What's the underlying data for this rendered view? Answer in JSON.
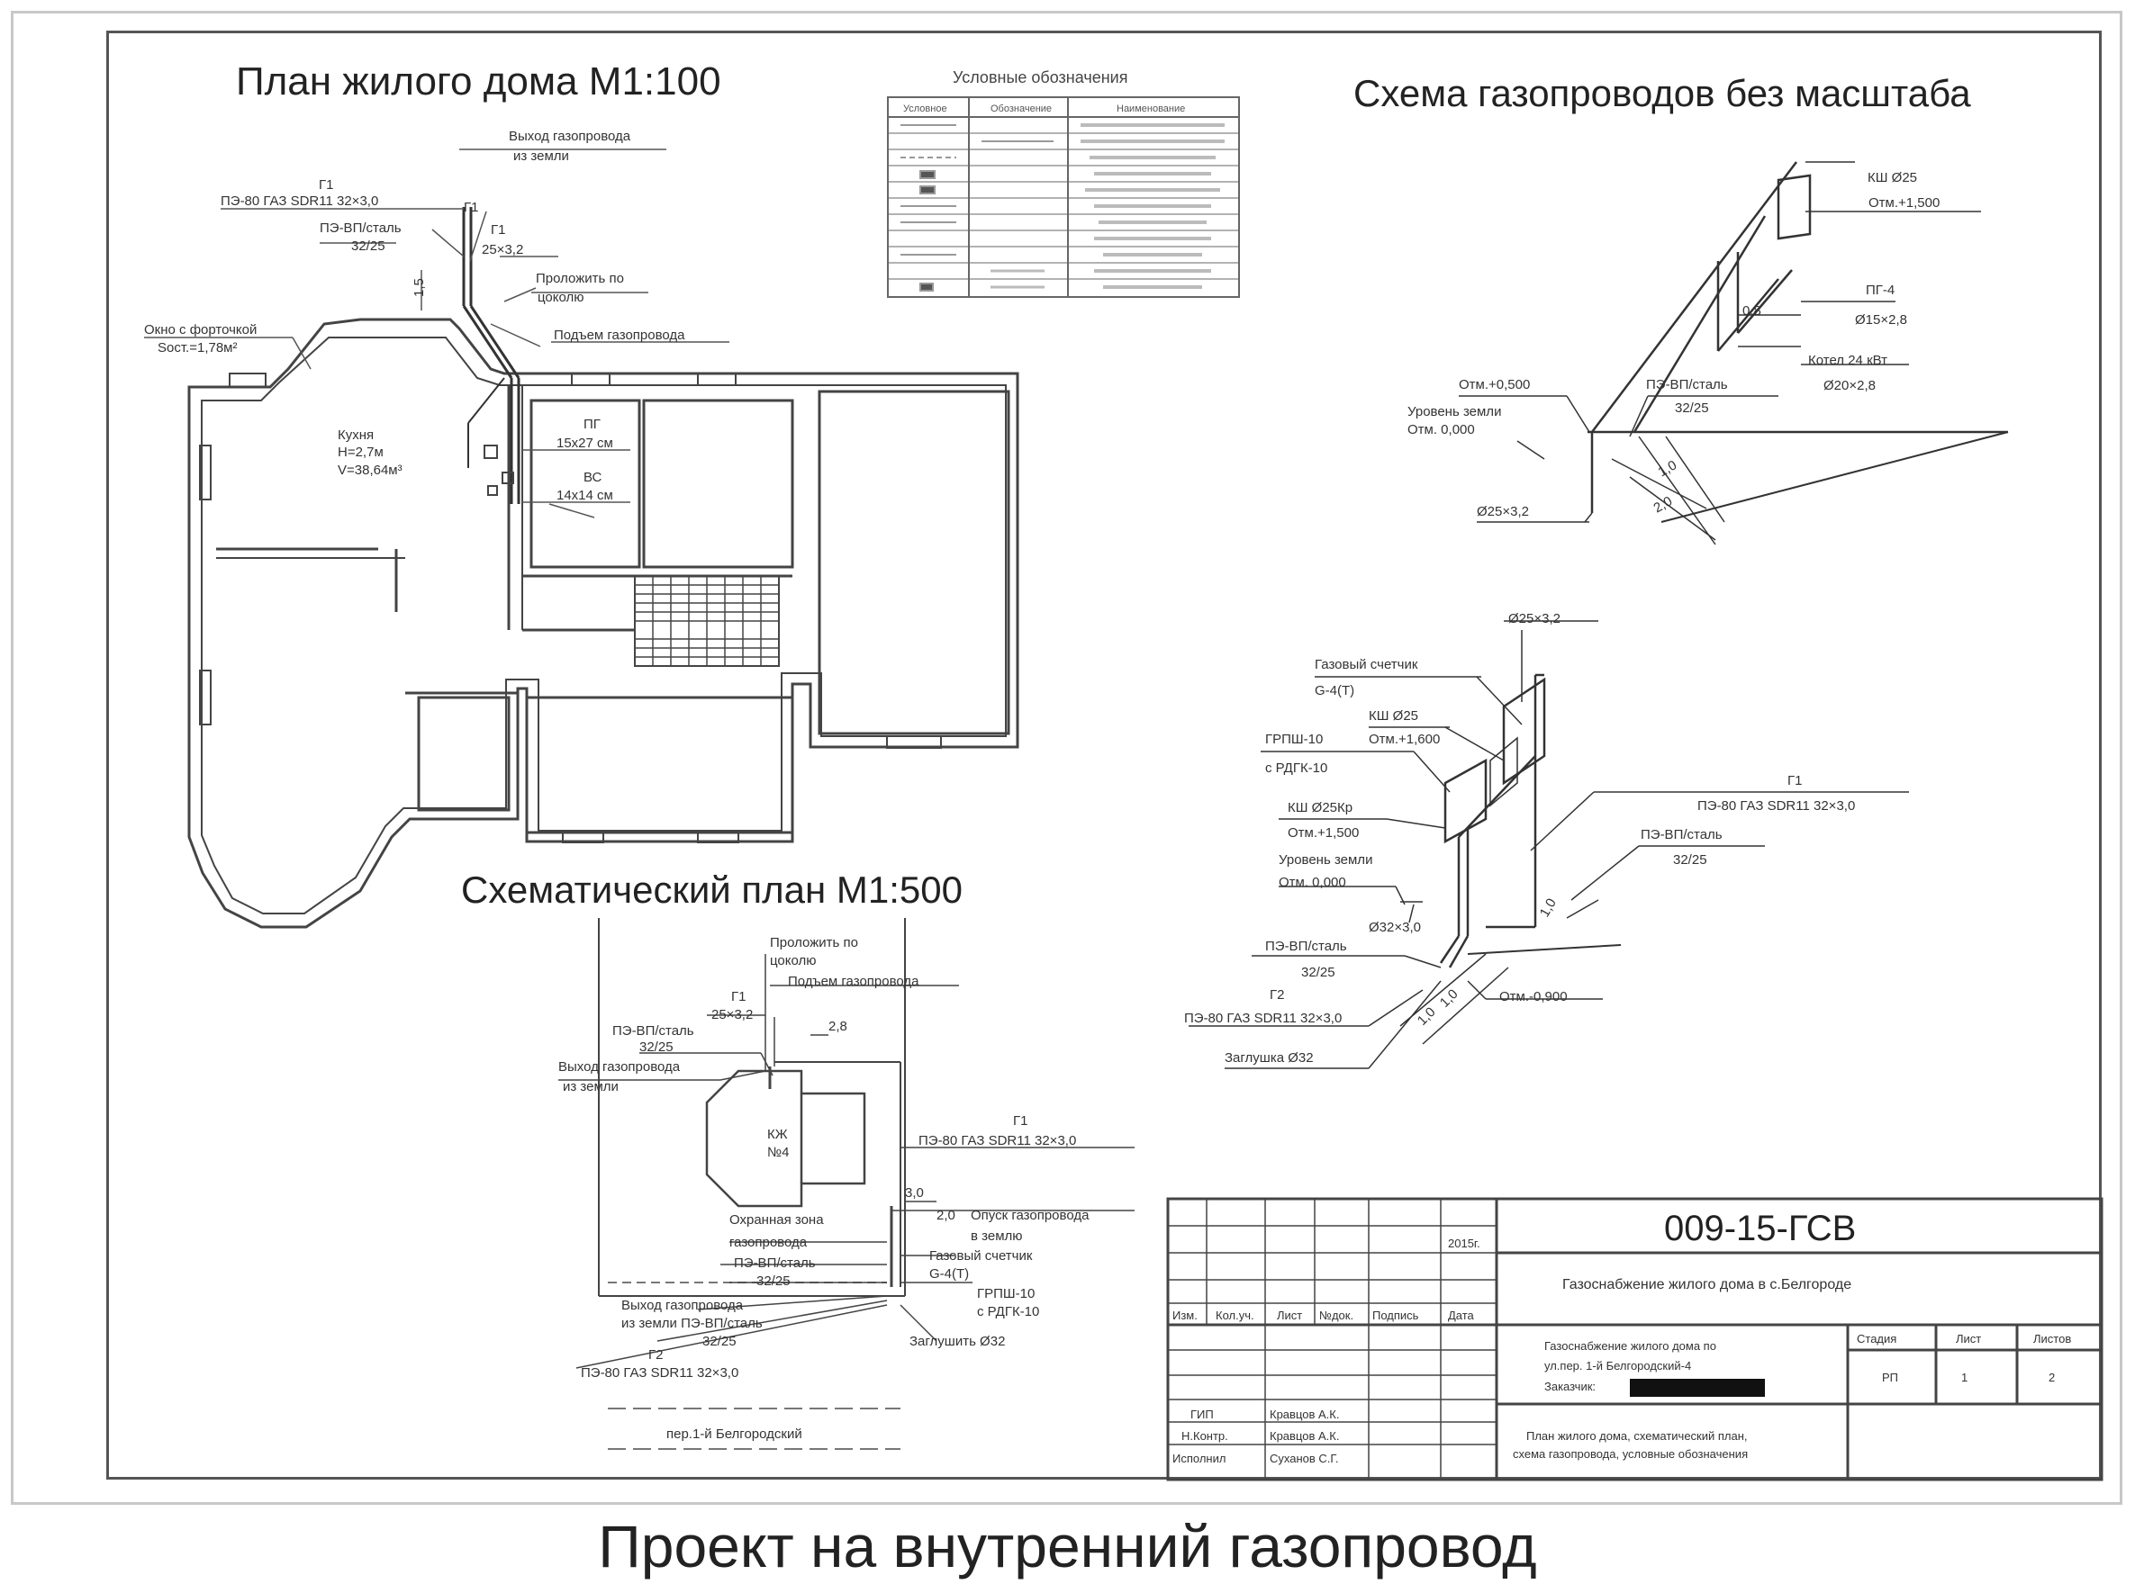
{
  "titles": {
    "house_plan": "План жилого дома М1:100",
    "gas_scheme": "Схема газопроводов без масштаба",
    "site_plan": "Схематический план М1:500",
    "legend": "Условные обозначения"
  },
  "caption": "Проект на внутренний газопровод",
  "house_plan": {
    "labels": {
      "g1": "Г1",
      "pipe_g1": "ПЭ-80 ГАЗ SDR11 32×3,0",
      "pe_vp_steel": "ПЭ-ВП/сталь",
      "pe_size": "32/25",
      "exit_from_ground": "Выход газопровода",
      "exit_from_ground_2": "из земли",
      "steel_25": "25×3,2",
      "lay_along": "Проложить по",
      "lay_along_2": "цоколю",
      "riser": "Подъем газопровода",
      "window": "Окно с форточкой",
      "window_2": "Sост.=1,78м²",
      "kitchen": "Кухня",
      "kitchen_h": "Н=2,7м",
      "kitchen_v": "V=38,64м³",
      "pg": "ПГ",
      "pg_size": "15х27 см",
      "vk": "ВС",
      "vk_size": "14х14 см",
      "dim": "1,5"
    }
  },
  "gas_scheme": {
    "labels": {
      "kshch_25_top": "КШ Ø25",
      "elev_1500": "Отм.+1,500",
      "pg4": "ПГ-4",
      "pg4_pipe": "Ø15×2,8",
      "boiler": "Котел 24 кВт",
      "boiler_pipe": "Ø20×2,8",
      "elev_0500": "Отм.+0,500",
      "ground": "Уровень земли",
      "ground_elev": "Отм. 0,000",
      "pe_steel": "ПЭ-ВП/сталь",
      "pe_steel_size": "32/25",
      "steel_25": "Ø25×3,2",
      "d1": "1,0",
      "d2": "2,0",
      "d3": "0,8",
      "steel_25_lower": "Ø25×3,2",
      "meter": "Газовый счетчик",
      "meter_type": "G-4(T)",
      "kshch_25_lower": "КШ Ø25",
      "grpsh": "ГРПШ-10",
      "grpsh_elev": "Отм.+1,600",
      "grpsh_2": "с РДГК-10",
      "kshch_25kr": "КШ Ø25Кр",
      "elev_1500_b": "Отм.+1,500",
      "ground_b": "Уровень земли",
      "ground_elev_b": "Отм. 0,000",
      "steel_32": "Ø32×3,0",
      "g1": "Г1",
      "g1_pipe": "ПЭ-80 ГАЗ SDR11 32×3,0",
      "pe_steel_b": "ПЭ-ВП/сталь",
      "pe_steel_b_size": "32/25",
      "pe_steel_c": "ПЭ-ВП/сталь",
      "pe_steel_c_size": "32/25",
      "g2": "Г2",
      "g2_pipe": "ПЭ-80 ГАЗ SDR11 32×3,0",
      "elev_minus": "Отм.-0,900",
      "plug": "Заглушка Ø32",
      "d4": "1,0",
      "d5": "1,0",
      "d6": "1,0"
    }
  },
  "site_plan": {
    "labels": {
      "lay_along": "Проложить по",
      "lay_along_2": "цоколю",
      "riser": "Подъем газопровода",
      "g1_top": "Г1",
      "steel_25": "25×3,2",
      "pe_steel": "ПЭ-ВП/сталь",
      "pe_size": "32/25",
      "exit": "Выход газопровода",
      "exit_2": "из земли",
      "dim_28": "2,8",
      "building": "КЖ",
      "building_2": "№4",
      "g1": "Г1",
      "g1_pipe": "ПЭ-80 ГАЗ SDR11 32×3,0",
      "dim_3": "3,0",
      "protect": "Охранная зона",
      "protect_2": "газопровода",
      "descend": "Опуск газопровода",
      "descend_2": "в землю",
      "meter": "Газовый счетчик",
      "meter_2": "G-4(T)",
      "pe_steel_b": "ПЭ-ВП/сталь",
      "pe_steel_b_size": "32/25",
      "grpsh": "ГРПШ-10",
      "grpsh_2": "с РДГК-10",
      "exit_b": "Выход газопровода",
      "exit_b_2": "из земли  ПЭ-ВП/сталь",
      "exit_b_3": "32/25",
      "plug": "Заглушить Ø32",
      "g2": "Г2",
      "g2_pipe": "ПЭ-80 ГАЗ SDR11 32×3,0",
      "dim_2": "2,0",
      "street": "пер.1-й Белгородский"
    }
  },
  "legend": {
    "headers": [
      "Условное",
      "Обозначение",
      "Наименование"
    ],
    "rows": 11
  },
  "title_block": {
    "code": "009-15-ГСВ",
    "project": "Газоснабжение жилого дома  в с.Белгороде",
    "year": "2015г.",
    "columns": [
      "Изм.",
      "Кол.уч.",
      "Лист",
      "№док.",
      "Подпись",
      "Дата"
    ],
    "roles": [
      "ГИП",
      "Н.Контр.",
      "Исполнил"
    ],
    "names": [
      "Кравцов А.К.",
      "Кравцов А.К.",
      "Суханов С.Г."
    ],
    "object": "Газоснабжение жилого дома по",
    "object_2": "ул.пер. 1-й Белгородский-4",
    "object_3": "Заказчик:",
    "stage_header": "Стадия",
    "sheet_header": "Лист",
    "sheets_header": "Листов",
    "stage": "РП",
    "sheet": "1",
    "sheets": "2",
    "contents": "План жилого дома, схематический план,",
    "contents_2": "схема газопровода, условные обозначения"
  }
}
